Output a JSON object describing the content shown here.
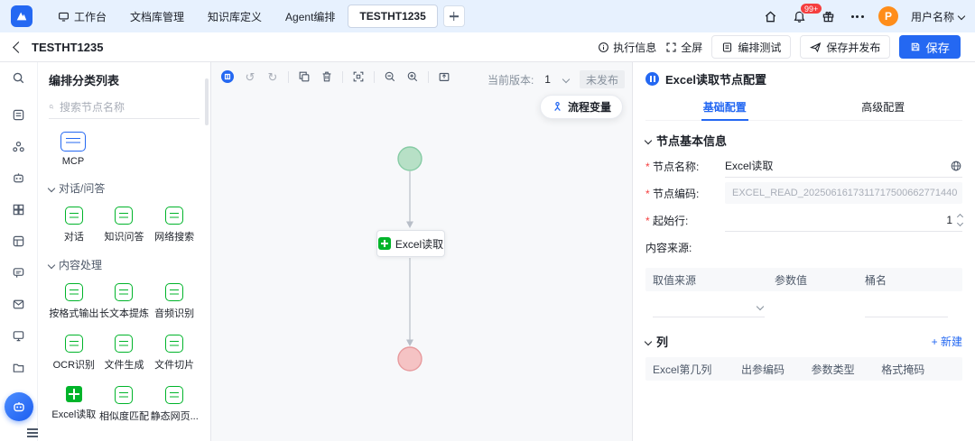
{
  "header": {
    "tabs": [
      {
        "label": "工作台"
      },
      {
        "label": "文档库管理"
      },
      {
        "label": "知识库定义"
      },
      {
        "label": "Agent编排"
      },
      {
        "label": "TESTHT1235"
      }
    ],
    "notification_badge": "99+",
    "user_name": "用户名称",
    "avatar_initial": "P"
  },
  "subbar": {
    "title": "TESTHT1235",
    "exec_info": "执行信息",
    "fullscreen": "全屏",
    "test": "编排测试",
    "save_publish": "保存并发布",
    "save": "保存"
  },
  "palette": {
    "title": "编排分类列表",
    "search_placeholder": "搜索节点名称",
    "mcp": "MCP",
    "section1": {
      "title": "对话/问答",
      "items": [
        "对话",
        "知识问答",
        "网络搜索"
      ]
    },
    "section2": {
      "title": "内容处理",
      "items": [
        "按格式输出",
        "长文本提炼",
        "音频识别",
        "OCR识别",
        "文件生成",
        "文件切片",
        "Excel读取",
        "相似度匹配",
        "静态网页..."
      ]
    }
  },
  "canvas": {
    "version_label": "当前版本:",
    "version_value": "1",
    "status": "未发布",
    "flow_vars": "流程变量",
    "node_label": "Excel读取"
  },
  "config": {
    "title": "Excel读取节点配置",
    "tab_basic": "基础配置",
    "tab_advanced": "高级配置",
    "section_info": "节点基本信息",
    "name_label": "节点名称:",
    "name_value": "Excel读取",
    "code_label": "节点编码:",
    "code_value": "EXCEL_READ_2025061617311717500662771440",
    "start_label": "起始行:",
    "start_value": "1",
    "source_label": "内容来源:",
    "table1": {
      "h1": "取值来源",
      "h2": "参数值",
      "h3": "桶名"
    },
    "section_columns": "列",
    "new_button": "+ 新建",
    "table2": {
      "h1": "Excel第几列",
      "h2": "出参编码",
      "h3": "参数类型",
      "h4": "格式掩码"
    }
  }
}
